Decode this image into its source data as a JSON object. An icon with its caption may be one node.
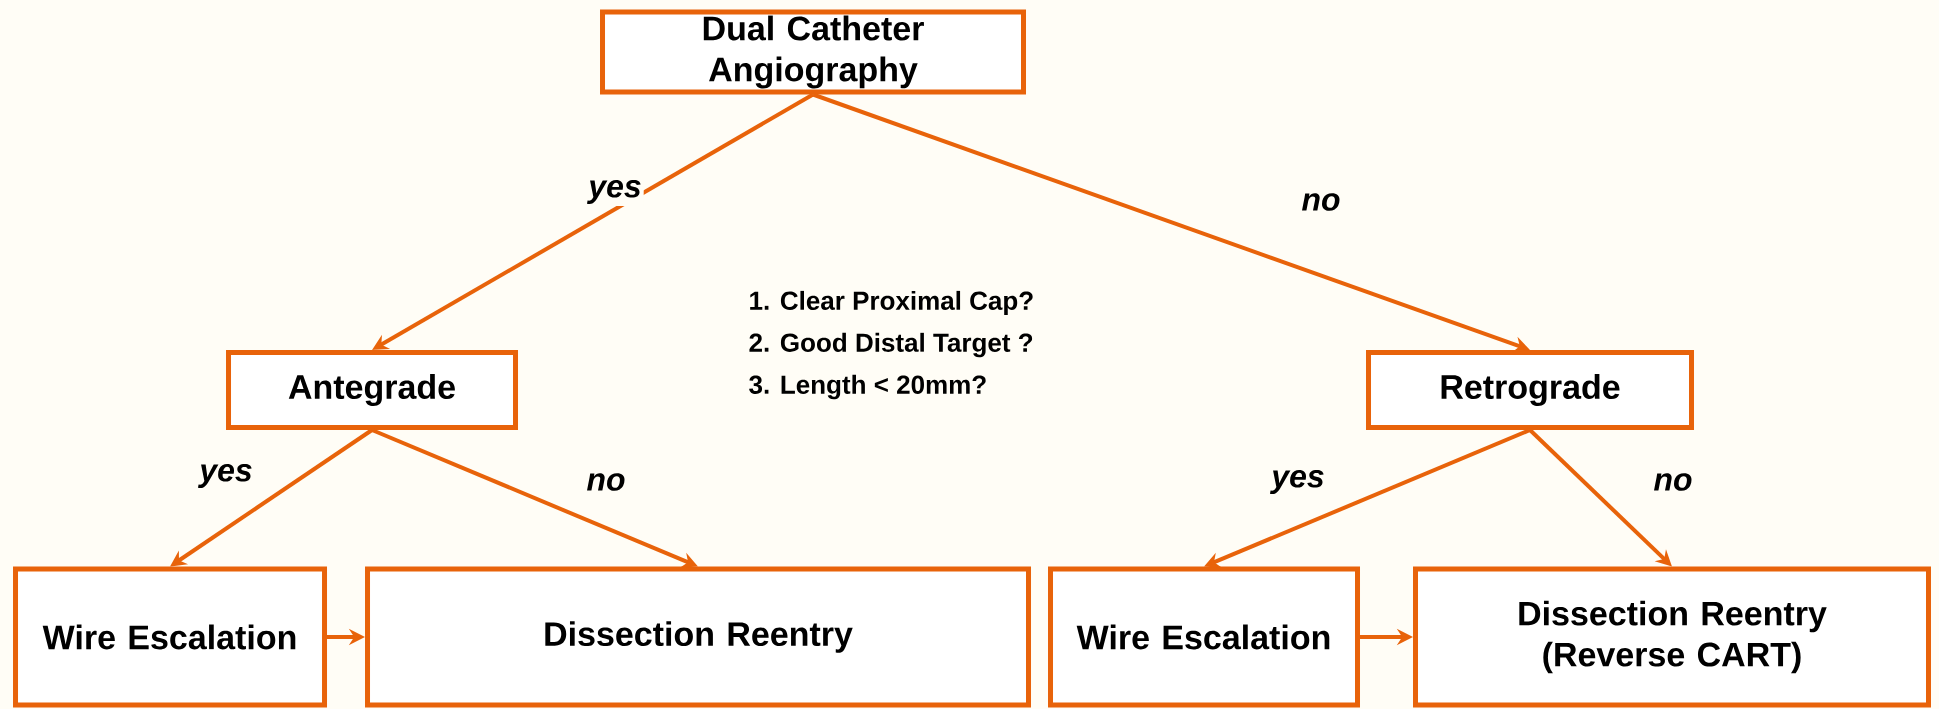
{
  "diagram": {
    "nodes": [
      {
        "text": [
          "Dual Catheter Angiography"
        ]
      },
      {
        "text": [
          "Antegrade"
        ]
      },
      {
        "text": [
          "Retrograde"
        ]
      },
      {
        "text": [
          "Wire Escalation"
        ]
      },
      {
        "text": [
          "Dissection Reentry"
        ]
      },
      {
        "text": [
          "Wire Escalation"
        ]
      },
      {
        "text": [
          "Dissection Reentry (Reverse CART)"
        ]
      }
    ],
    "edges": [
      {
        "from": 0,
        "to": 1,
        "arrow": "to",
        "label": "yes"
      },
      {
        "from": 0,
        "to": 2,
        "arrow": "to",
        "label": "no"
      },
      {
        "from": 1,
        "to": 3,
        "arrow": "to",
        "label": "yes"
      },
      {
        "from": 1,
        "to": 4,
        "arrow": "to",
        "label": "no"
      },
      {
        "from": 2,
        "to": 5,
        "arrow": "to",
        "label": "yes"
      },
      {
        "from": 2,
        "to": 6,
        "arrow": "to",
        "label": "no"
      },
      {
        "from": 3,
        "to": 4,
        "arrow": "to"
      },
      {
        "from": 5,
        "to": 6,
        "arrow": "to"
      }
    ],
    "labels": [
      "1. Clear Proximal Cap?",
      "2. Good Distal Target ?",
      "3. Length < 20mm?"
    ]
  }
}
